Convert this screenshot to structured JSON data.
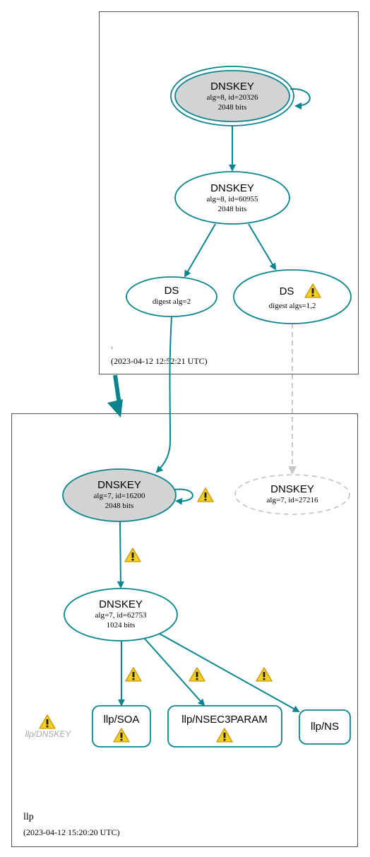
{
  "colors": {
    "teal": "#0a8590",
    "gray_fill": "#d3d3d3",
    "dashed_gray": "#c8c8c8",
    "muted_text": "#a8a8a8",
    "warn_yellow": "#f3cf28",
    "warn_border": "#c99700"
  },
  "zones": {
    "root": {
      "name": ".",
      "timestamp": "(2023-04-12 12:52:21 UTC)"
    },
    "llp": {
      "name": "llp",
      "timestamp": "(2023-04-12 15:20:20 UTC)"
    }
  },
  "nodes": {
    "root_ksk": {
      "title": "DNSKEY",
      "line1": "alg=8, id=20326",
      "line2": "2048 bits"
    },
    "root_zsk": {
      "title": "DNSKEY",
      "line1": "alg=8, id=60955",
      "line2": "2048 bits"
    },
    "ds_1": {
      "title": "DS",
      "line1": "digest alg=2"
    },
    "ds_2": {
      "title": "DS",
      "line1": "digest algs=1,2"
    },
    "llp_ksk": {
      "title": "DNSKEY",
      "line1": "alg=7, id=16200",
      "line2": "2048 bits"
    },
    "llp_missing": {
      "title": "DNSKEY",
      "line1": "alg=7, id=27216"
    },
    "llp_zsk": {
      "title": "DNSKEY",
      "line1": "alg=7, id=62753",
      "line2": "1024 bits"
    },
    "rr_soa": {
      "label": "llp/SOA"
    },
    "rr_nsec3param": {
      "label": "llp/NSEC3PARAM"
    },
    "rr_ns": {
      "label": "llp/NS"
    },
    "rr_dnskey": {
      "label": "llp/DNSKEY"
    }
  },
  "icons": {
    "warning": "warning-icon"
  }
}
